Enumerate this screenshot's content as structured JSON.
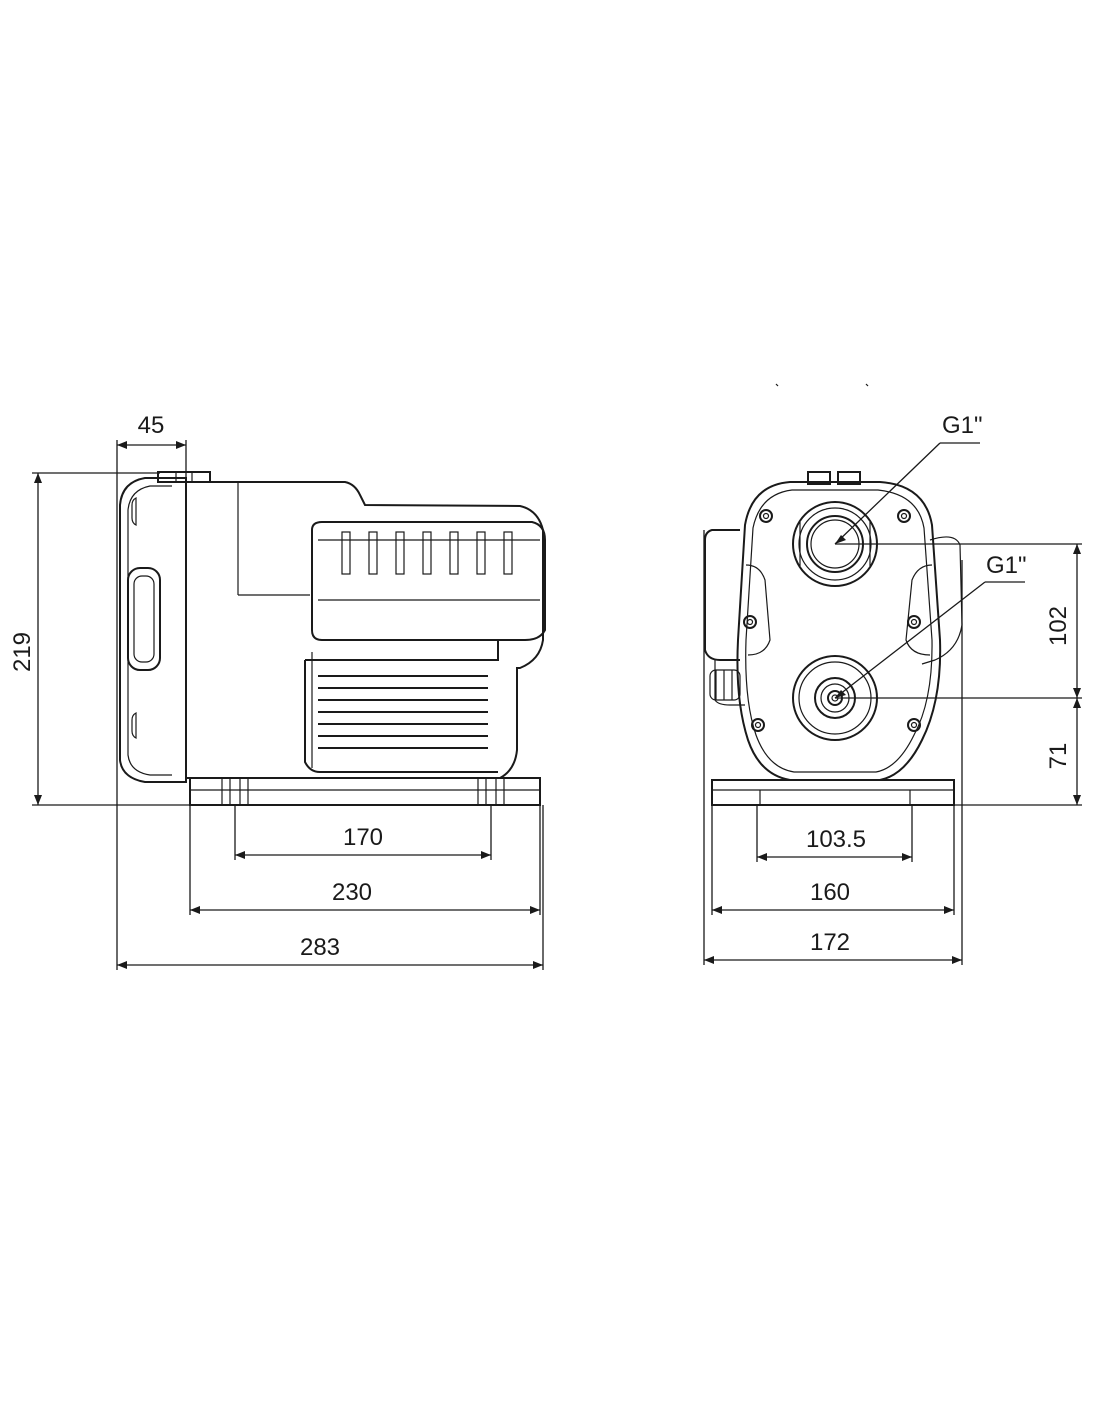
{
  "side_view": {
    "dim_top_width": "45",
    "dim_height": "219",
    "dim_foot_holes": "170",
    "dim_base": "230",
    "dim_overall_length": "283"
  },
  "front_view": {
    "thread_upper": "G1\"",
    "thread_lower": "G1\"",
    "dim_upper_port": "102",
    "dim_lower_port": "71",
    "dim_foot_holes": "103.5",
    "dim_base": "160",
    "dim_overall_width": "172"
  }
}
